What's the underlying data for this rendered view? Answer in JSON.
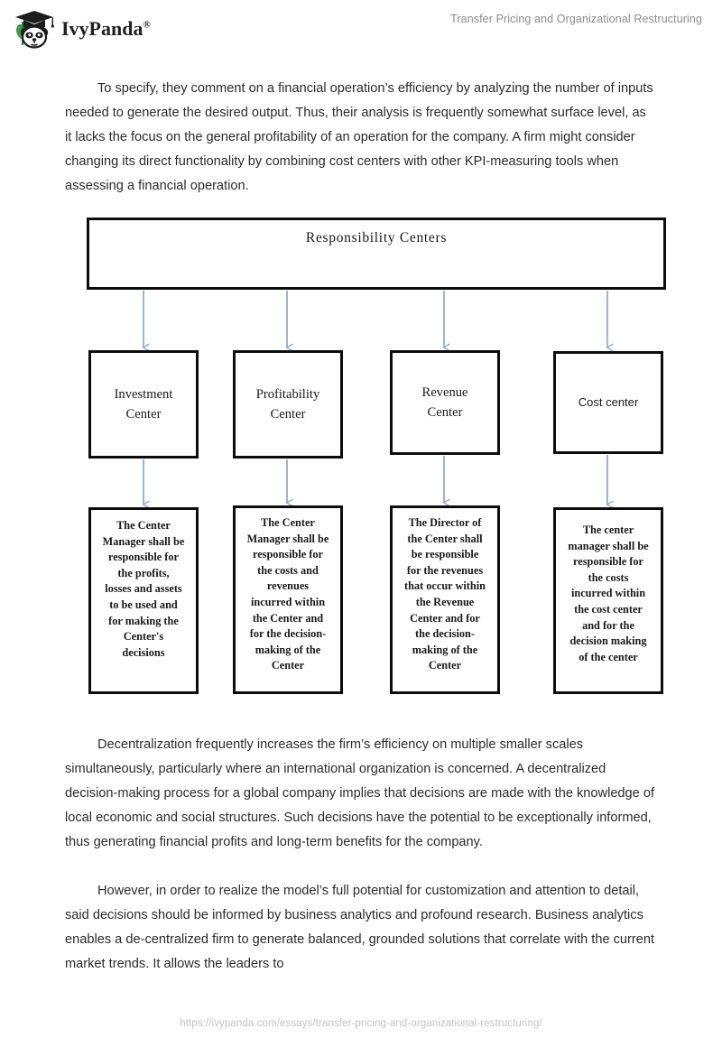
{
  "header": {
    "brand_name": "IvyPanda",
    "brand_reg": "®",
    "document_title": "Transfer Pricing and Organizational Restructuring"
  },
  "paragraphs": [
    "To specify, they comment on a financial operation’s efficiency by analyzing the number of inputs needed to generate the desired output. Thus, their analysis is frequently somewhat surface level, as it lacks the focus on the general profitability of an operation for the company. A firm might consider changing its direct functionality by combining cost centers with other KPI-measuring tools when assessing a financial operation.",
    "Decentralization frequently increases the firm’s efficiency on multiple smaller scales simultaneously, particularly where an international organization is concerned. A decentralized decision-making process for a global company implies that decisions are made with the knowledge of local economic and social structures. Such decisions have the potential to be exceptionally informed, thus generating financial profits and long-term benefits for the company.",
    "However, in order to realize the model’s full potential for customization and attention to detail, said decisions should be informed by business analytics and profound research. Business analytics enables a de-centralized firm to generate balanced, grounded solutions that correlate with the current market trends. It allows the leaders to"
  ],
  "diagram": {
    "root": "Responsibility Centers",
    "arrow_color": "#8FAFC8",
    "box_border_color": "#0D0D0D",
    "centers": [
      {
        "title": "Investment\nCenter",
        "description": "The Center\nManager shall be\nresponsible for\nthe profits,\nlosses and assets\nto be used and\nfor making the\nCenter's\ndecisions"
      },
      {
        "title": "Profitability\nCenter",
        "description": "The Center\nManager shall be\nresponsible for\nthe costs and\nrevenues\nincurred within\nthe Center and\nfor the decision-\nmaking of the\nCenter"
      },
      {
        "title": "Revenue\nCenter",
        "description": "The Director of\nthe Center shall\nbe responsible\nfor the revenues\nthat occur within\nthe Revenue\nCenter and for\nthe decision-\nmaking of the\nCenter"
      },
      {
        "title": "Cost center",
        "description": "The center\nmanager shall be\nresponsible for\nthe costs\nincurred within\nthe cost center\nand for the\ndecision making\nof the center"
      }
    ]
  },
  "footer": {
    "url": "https://ivypanda.com/essays/transfer-pricing-and-organizational-restructuring/"
  }
}
